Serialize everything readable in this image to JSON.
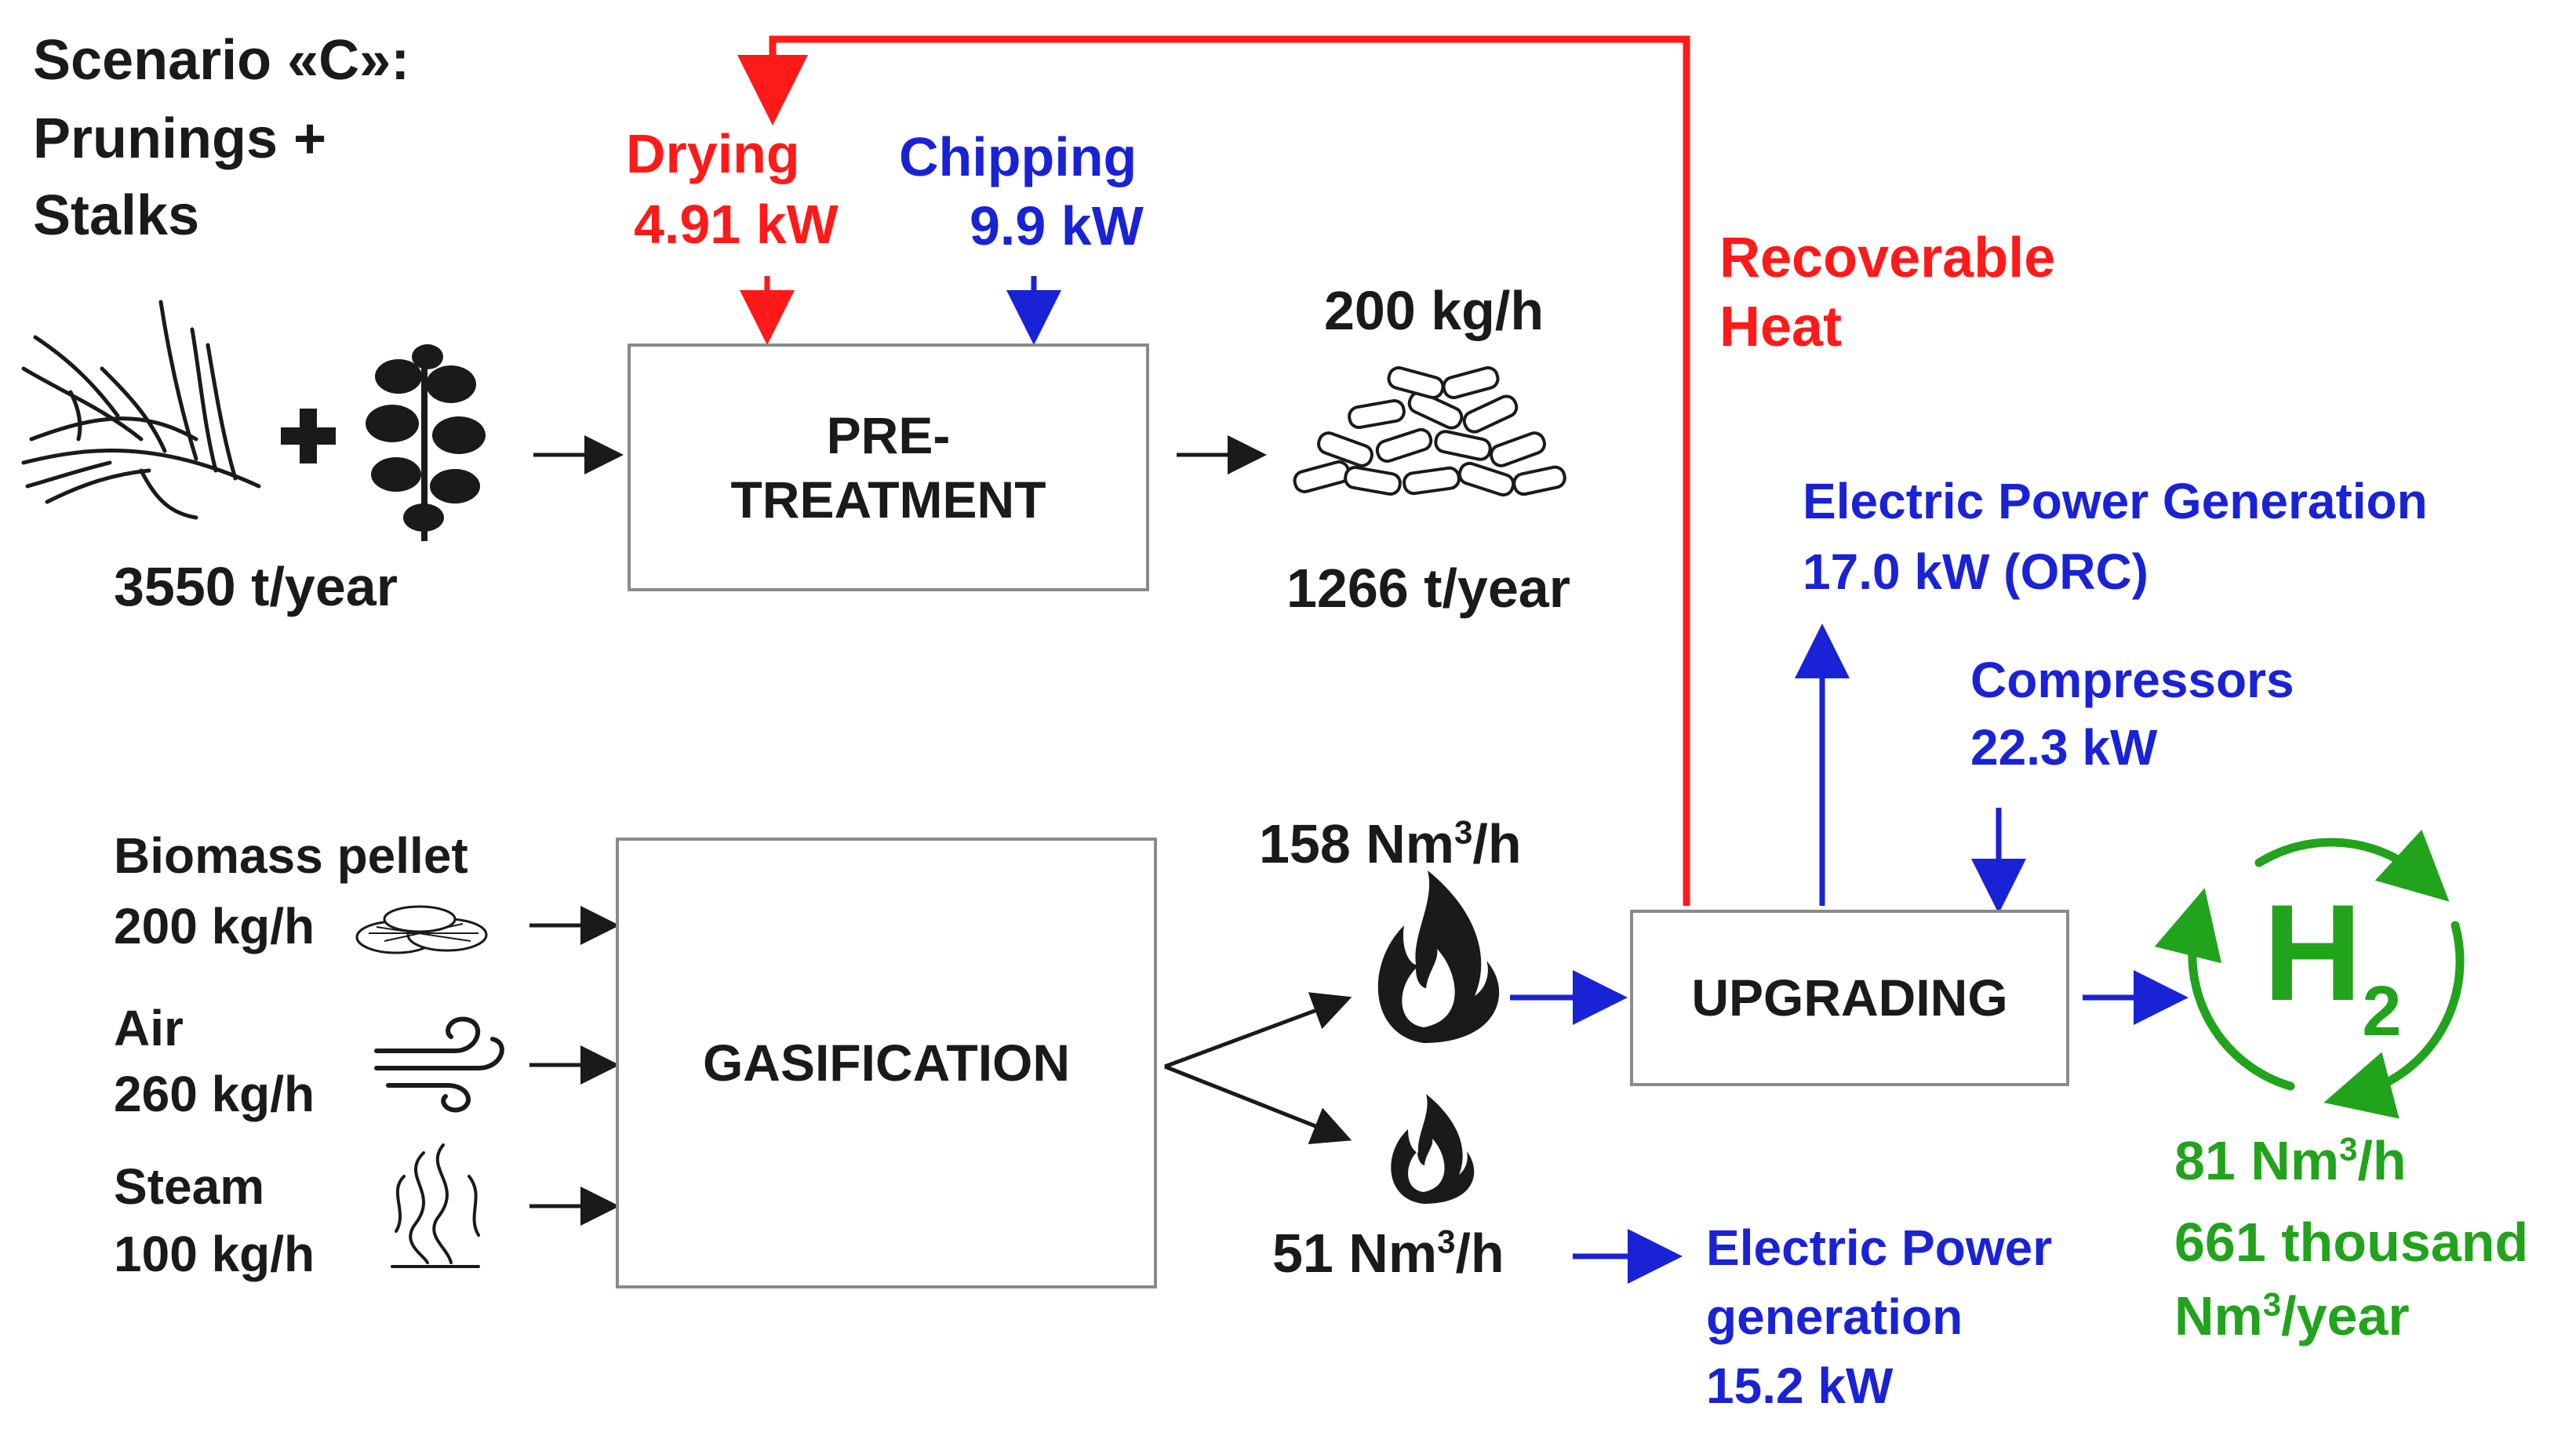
{
  "scenario": {
    "line1": "Scenario «C»:",
    "line2": "Prunings +",
    "line3": "Stalks"
  },
  "feedstock": {
    "amount": "3550 t/year"
  },
  "pretreatment": {
    "label_line1": "PRE-",
    "label_line2": "TREATMENT",
    "drying": {
      "label": "Drying",
      "value": "4.91 kW"
    },
    "chipping": {
      "label": "Chipping",
      "value": "9.9 kW"
    }
  },
  "pellets": {
    "rate": "200 kg/h",
    "annual": "1266 t/year"
  },
  "recoverable_heat": {
    "line1": "Recoverable",
    "line2": "Heat"
  },
  "electric_orc": {
    "line1": "Electric Power Generation",
    "line2": "17.0 kW (ORC)"
  },
  "compressors": {
    "label": "Compressors",
    "value": "22.3 kW"
  },
  "gasification": {
    "label": "GASIFICATION",
    "inputs": [
      {
        "name": "Biomass pellet",
        "rate": "200 kg/h"
      },
      {
        "name": "Air",
        "rate": "260 kg/h"
      },
      {
        "name": "Steam",
        "rate": "100 kg/h"
      }
    ]
  },
  "syngas_upper": {
    "value": "158 Nm",
    "sup": "3",
    "unit": "/h"
  },
  "syngas_lower": {
    "value": "51 Nm",
    "sup": "3",
    "unit": "/h"
  },
  "upgrading": {
    "label": "UPGRADING"
  },
  "electric_gen": {
    "line1": "Electric Power",
    "line2": "generation",
    "line3": "15.2 kW"
  },
  "hydrogen": {
    "symbol": "H",
    "subscript": "2",
    "rate_value": "81 Nm",
    "rate_sup": "3",
    "rate_unit": "/h",
    "annual_line1": "661 thousand",
    "annual_value": "Nm",
    "annual_sup": "3",
    "annual_unit": "/year"
  },
  "colors": {
    "red": "#ff1a1a",
    "blue": "#1a22d6",
    "green": "#22a31c",
    "dark": "#1a1a1a",
    "box_border": "#8a8a8a"
  }
}
